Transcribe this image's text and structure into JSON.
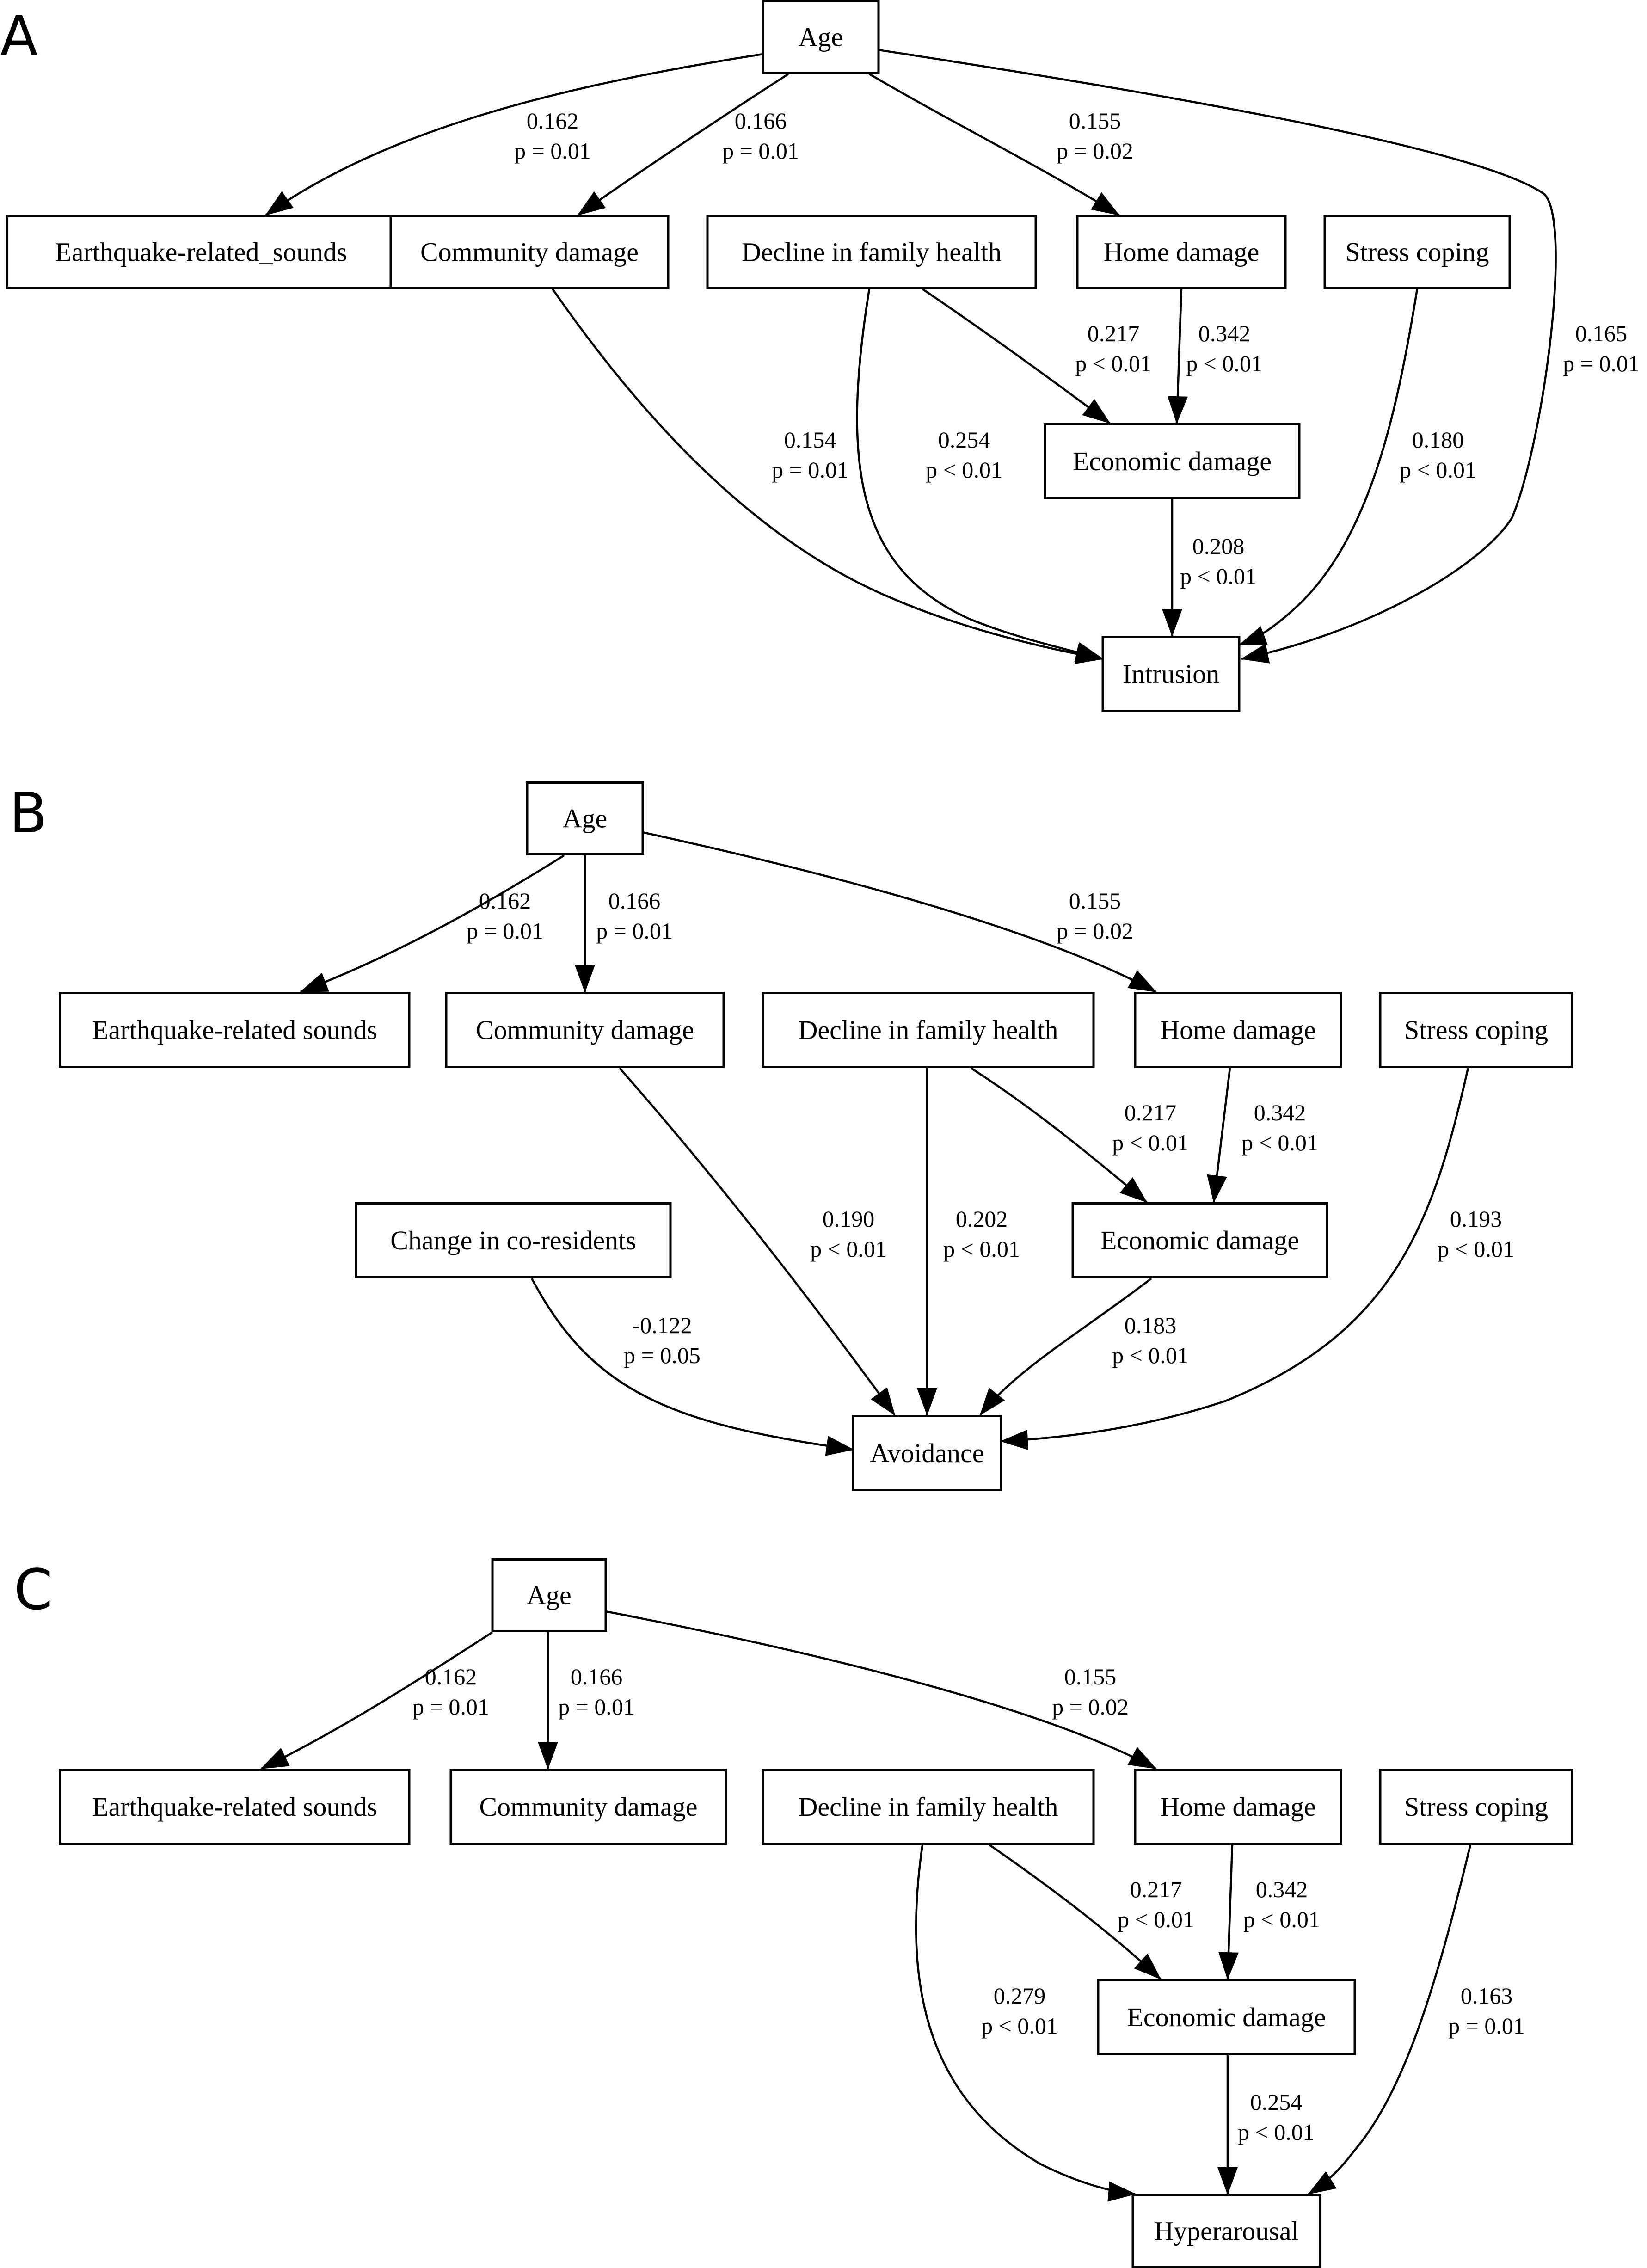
{
  "panels": [
    {
      "letter": "A",
      "nodes": {
        "age": "Age",
        "sounds": "Earthquake-related_sounds",
        "community": "Community damage",
        "health": "Decline in family health",
        "home": "Home damage",
        "stress": "Stress coping",
        "economic": "Economic damage",
        "outcome": "Intrusion"
      },
      "edges": [
        {
          "from": "age",
          "to": "sounds",
          "coef": "0.162",
          "p": "p = 0.01"
        },
        {
          "from": "age",
          "to": "community",
          "coef": "0.166",
          "p": "p = 0.01"
        },
        {
          "from": "age",
          "to": "home",
          "coef": "0.155",
          "p": "p = 0.02"
        },
        {
          "from": "age",
          "to": "outcome",
          "coef": "0.165",
          "p": "p = 0.01"
        },
        {
          "from": "health",
          "to": "economic",
          "coef": "0.217",
          "p": "p < 0.01"
        },
        {
          "from": "home",
          "to": "economic",
          "coef": "0.342",
          "p": "p < 0.01"
        },
        {
          "from": "community",
          "to": "outcome",
          "coef": "0.154",
          "p": "p = 0.01"
        },
        {
          "from": "health",
          "to": "outcome",
          "coef": "0.254",
          "p": "p < 0.01"
        },
        {
          "from": "stress",
          "to": "outcome",
          "coef": "0.180",
          "p": "p < 0.01"
        },
        {
          "from": "economic",
          "to": "outcome",
          "coef": "0.208",
          "p": "p < 0.01"
        }
      ]
    },
    {
      "letter": "B",
      "nodes": {
        "age": "Age",
        "sounds": "Earthquake-related sounds",
        "community": "Community damage",
        "health": "Decline in family health",
        "home": "Home damage",
        "stress": "Stress coping",
        "coresidents": "Change in co-residents",
        "economic": "Economic damage",
        "outcome": "Avoidance"
      },
      "edges": [
        {
          "from": "age",
          "to": "sounds",
          "coef": "0.162",
          "p": "p = 0.01"
        },
        {
          "from": "age",
          "to": "community",
          "coef": "0.166",
          "p": "p = 0.01"
        },
        {
          "from": "age",
          "to": "home",
          "coef": "0.155",
          "p": "p = 0.02"
        },
        {
          "from": "health",
          "to": "economic",
          "coef": "0.217",
          "p": "p < 0.01"
        },
        {
          "from": "home",
          "to": "economic",
          "coef": "0.342",
          "p": "p < 0.01"
        },
        {
          "from": "community",
          "to": "outcome",
          "coef": "0.190",
          "p": "p < 0.01"
        },
        {
          "from": "health",
          "to": "outcome",
          "coef": "0.202",
          "p": "p < 0.01"
        },
        {
          "from": "stress",
          "to": "outcome",
          "coef": "0.193",
          "p": "p < 0.01"
        },
        {
          "from": "coresidents",
          "to": "outcome",
          "coef": "-0.122",
          "p": "p = 0.05"
        },
        {
          "from": "economic",
          "to": "outcome",
          "coef": "0.183",
          "p": "p < 0.01"
        }
      ]
    },
    {
      "letter": "C",
      "nodes": {
        "age": "Age",
        "sounds": "Earthquake-related sounds",
        "community": "Community damage",
        "health": "Decline in family health",
        "home": "Home damage",
        "stress": "Stress coping",
        "economic": "Economic damage",
        "outcome": "Hyperarousal"
      },
      "edges": [
        {
          "from": "age",
          "to": "sounds",
          "coef": "0.162",
          "p": "p = 0.01"
        },
        {
          "from": "age",
          "to": "community",
          "coef": "0.166",
          "p": "p = 0.01"
        },
        {
          "from": "age",
          "to": "home",
          "coef": "0.155",
          "p": "p = 0.02"
        },
        {
          "from": "health",
          "to": "economic",
          "coef": "0.217",
          "p": "p < 0.01"
        },
        {
          "from": "home",
          "to": "economic",
          "coef": "0.342",
          "p": "p < 0.01"
        },
        {
          "from": "health",
          "to": "outcome",
          "coef": "0.279",
          "p": "p < 0.01"
        },
        {
          "from": "stress",
          "to": "outcome",
          "coef": "0.163",
          "p": "p = 0.01"
        },
        {
          "from": "economic",
          "to": "outcome",
          "coef": "0.254",
          "p": "p < 0.01"
        }
      ]
    }
  ]
}
